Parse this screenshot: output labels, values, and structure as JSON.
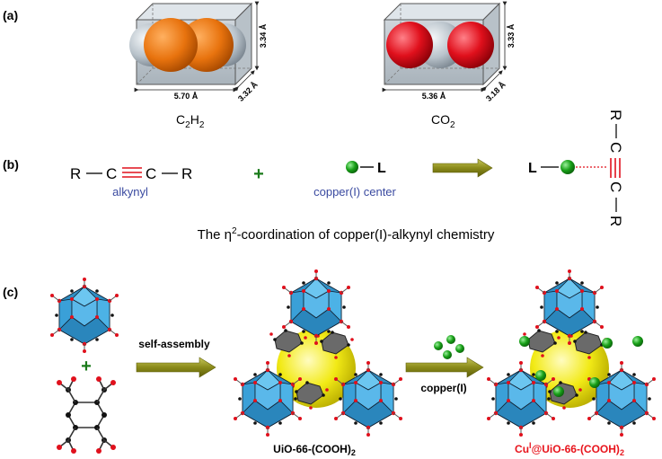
{
  "panels": {
    "a": {
      "label": "(a)",
      "c2h2": {
        "formula_main": "C",
        "sub1": "2",
        "formula_mid": "H",
        "sub2": "2",
        "dim_length": "5.70 Å",
        "dim_height": "3.34 Å",
        "dim_depth": "3.32 Å"
      },
      "co2": {
        "formula_main": "CO",
        "sub1": "2",
        "dim_length": "5.36 Å",
        "dim_height": "3.33 Å",
        "dim_depth": "3.18 Å"
      }
    },
    "b": {
      "label": "(b)",
      "alkyne_left": "R",
      "alkyne_c1": "C",
      "alkyne_c2": "C",
      "alkyne_right": "R",
      "alkynyl_label": "alkynyl",
      "plus": "+",
      "ligand": "L",
      "copper_label": "copper(I) center",
      "product_ligand": "L",
      "product_r1": "R",
      "product_c1": "C",
      "product_c2": "C",
      "product_r2": "R",
      "caption_pre": "The η",
      "caption_sup": "2",
      "caption_post": "-coordination of copper(I)-alkynyl chemistry"
    },
    "c": {
      "label": "(c)",
      "plus": "+",
      "step1": "self-assembly",
      "step2": "copper(I)",
      "product1": "UiO-66-(COOH)",
      "product1_sub": "2",
      "product2_pre": "Cu",
      "product2_sup": "I",
      "product2_post": "@UiO-66-(COOH)",
      "product2_sub": "2"
    }
  },
  "colors": {
    "orange": "#e8730e",
    "red": "#e0101c",
    "grey": "#b9c3cb",
    "green": "#18a018",
    "cluster": "#3aa0d8",
    "yellow": "#f2ea16",
    "arrow": "#8a8a1a",
    "blue_text": "#3a4aa0",
    "product_red": "#e8141c"
  }
}
